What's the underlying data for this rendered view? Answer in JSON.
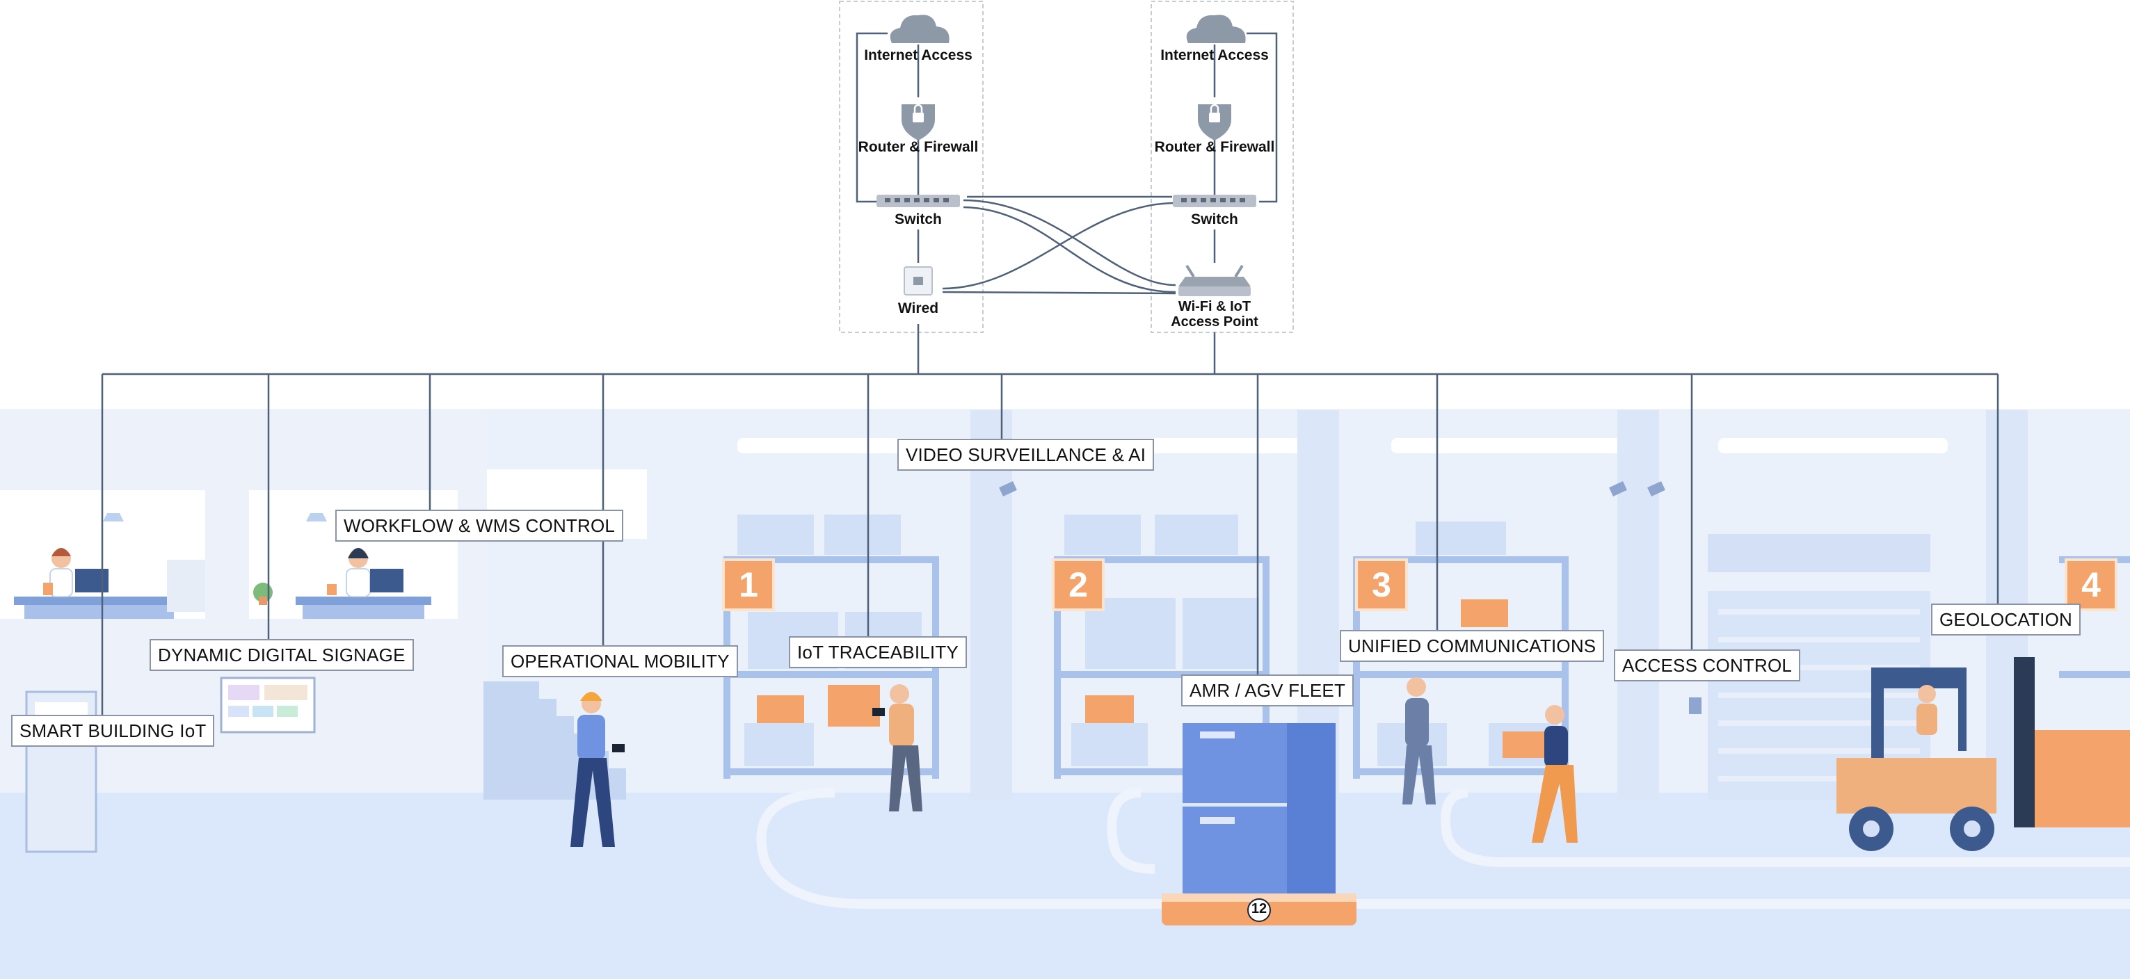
{
  "network": {
    "left": {
      "internet": "Internet Access",
      "firewall": "Router & Firewall",
      "switch": "Switch",
      "wired": "Wired"
    },
    "right": {
      "internet": "Internet Access",
      "firewall": "Router & Firewall",
      "switch": "Switch",
      "ap_line1": "Wi-Fi & IoT",
      "ap_line2": "Access Point"
    }
  },
  "zones": [
    "1",
    "2",
    "3",
    "4"
  ],
  "labels": {
    "video": "VIDEO SURVEILLANCE & AI",
    "workflow": "WORKFLOW & WMS CONTROL",
    "signage": "DYNAMIC DIGITAL SIGNAGE",
    "smart_building": "SMART BUILDING IoT",
    "mobility": "OPERATIONAL MOBILITY",
    "iot_trace": "IoT TRACEABILITY",
    "amr": "AMR / AGV FLEET",
    "unified": "UNIFIED COMMUNICATIONS",
    "access": "ACCESS CONTROL",
    "geo": "GEOLOCATION"
  },
  "agv_number": "12",
  "colors": {
    "line": "#4f6079",
    "bg": "#e8f0fb",
    "floor": "#dbe7fa",
    "accent": "#f4a36a",
    "cargo": "#6f93e0"
  }
}
